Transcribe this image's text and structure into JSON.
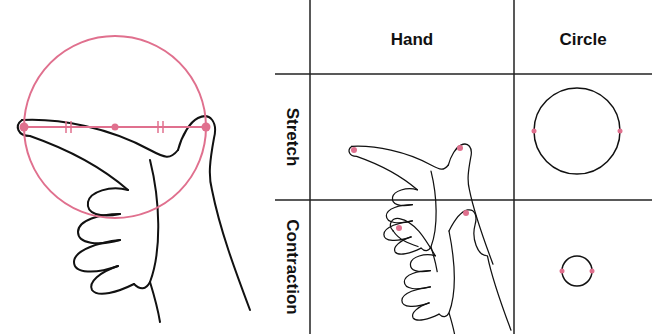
{
  "diagram": {
    "labels": [
      "Hand",
      "Circle",
      "Stretch",
      "Contraction"
    ]
  }
}
